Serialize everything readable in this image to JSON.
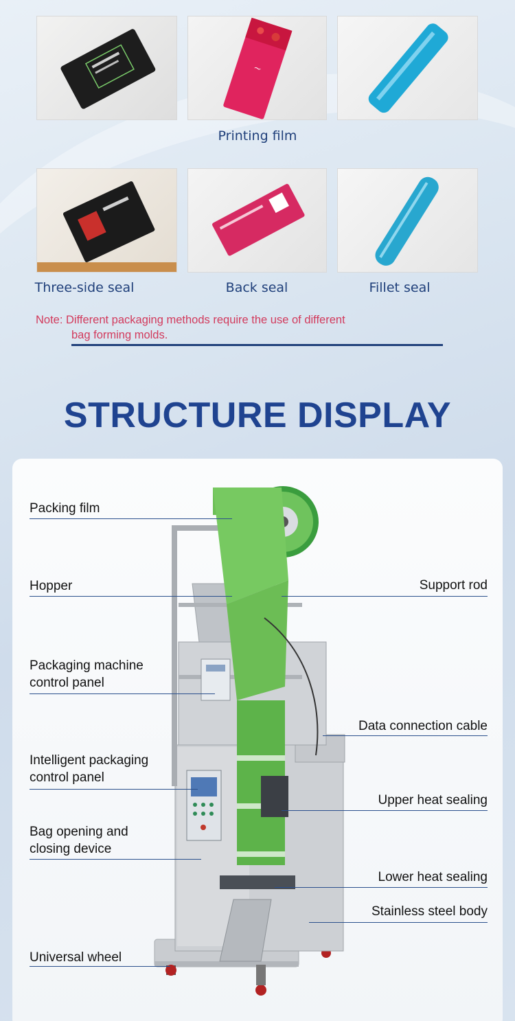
{
  "captions": {
    "printing_film": "Printing film",
    "three_side_seal": "Three-side seal",
    "back_seal": "Back seal",
    "fillet_seal": "Fillet seal"
  },
  "note": {
    "line1": "Note: Different packaging methods require the use of different",
    "line2": "bag forming molds."
  },
  "section_title": "STRUCTURE DISPLAY",
  "labels": {
    "packing_film": "Packing film",
    "hopper": "Hopper",
    "support_rod": "Support rod",
    "control_panel_1": "Packaging machine",
    "control_panel_2": "control panel",
    "data_cable": "Data connection cable",
    "intelligent_1": "Intelligent packaging",
    "intelligent_2": "control panel",
    "upper_heat": "Upper heat sealing",
    "bag_open_1": "Bag opening and",
    "bag_open_2": "closing device",
    "lower_heat": "Lower heat sealing",
    "stainless": "Stainless steel body",
    "wheel": "Universal wheel"
  },
  "colors": {
    "accent_blue": "#1f4390",
    "note_red": "#d23a5c"
  }
}
